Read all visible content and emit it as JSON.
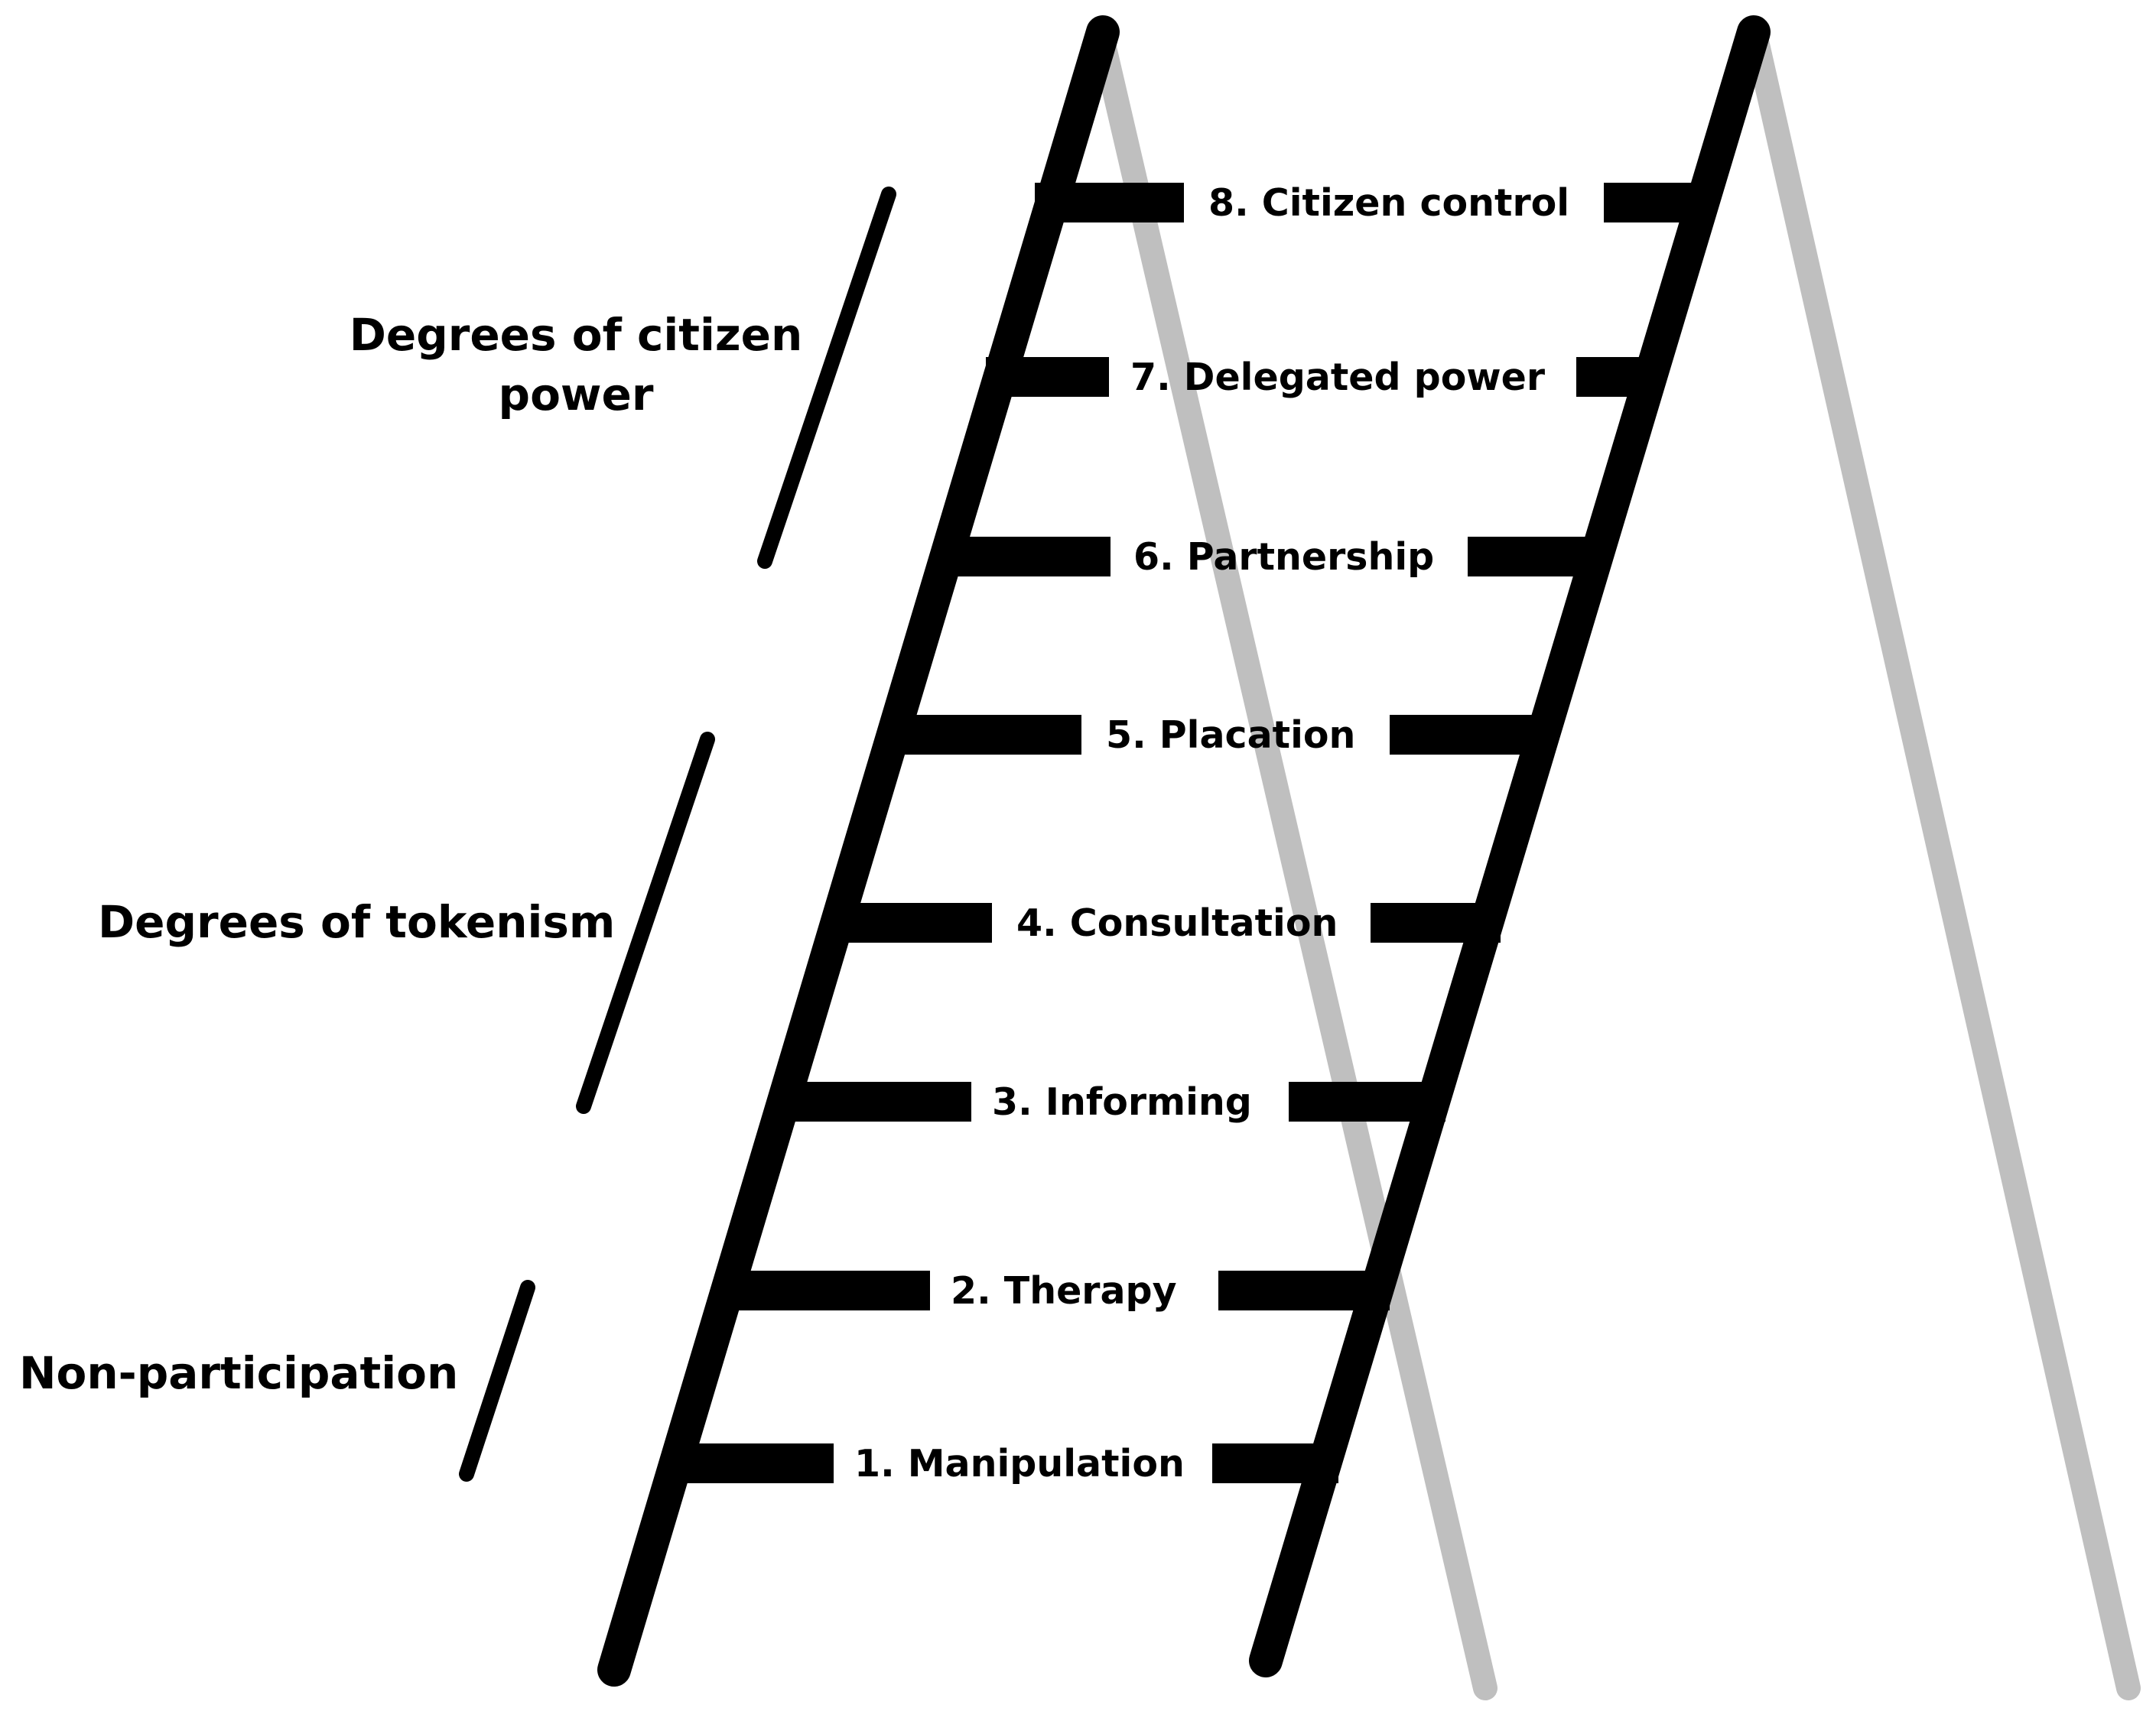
{
  "diagram": {
    "title": "",
    "colors": {
      "front_ladder": "#000000",
      "back_ladder": "#bfbfbf",
      "background": "#ffffff",
      "text": "#000000"
    },
    "rungs": [
      {
        "level": 1,
        "label": "1. Manipulation"
      },
      {
        "level": 2,
        "label": "2. Therapy"
      },
      {
        "level": 3,
        "label": "3. Informing"
      },
      {
        "level": 4,
        "label": "4. Consultation"
      },
      {
        "level": 5,
        "label": "5. Placation"
      },
      {
        "level": 6,
        "label": "6. Partnership"
      },
      {
        "level": 7,
        "label": "7. Delegated power"
      },
      {
        "level": 8,
        "label": "8. Citizen control"
      }
    ],
    "groups": [
      {
        "levels": [
          1,
          2
        ],
        "lines": [
          "Non-participation"
        ]
      },
      {
        "levels": [
          3,
          4,
          5
        ],
        "lines": [
          "Degrees of tokenism"
        ]
      },
      {
        "levels": [
          6,
          7,
          8
        ],
        "lines": [
          "Degrees of citizen",
          "power"
        ]
      }
    ]
  }
}
